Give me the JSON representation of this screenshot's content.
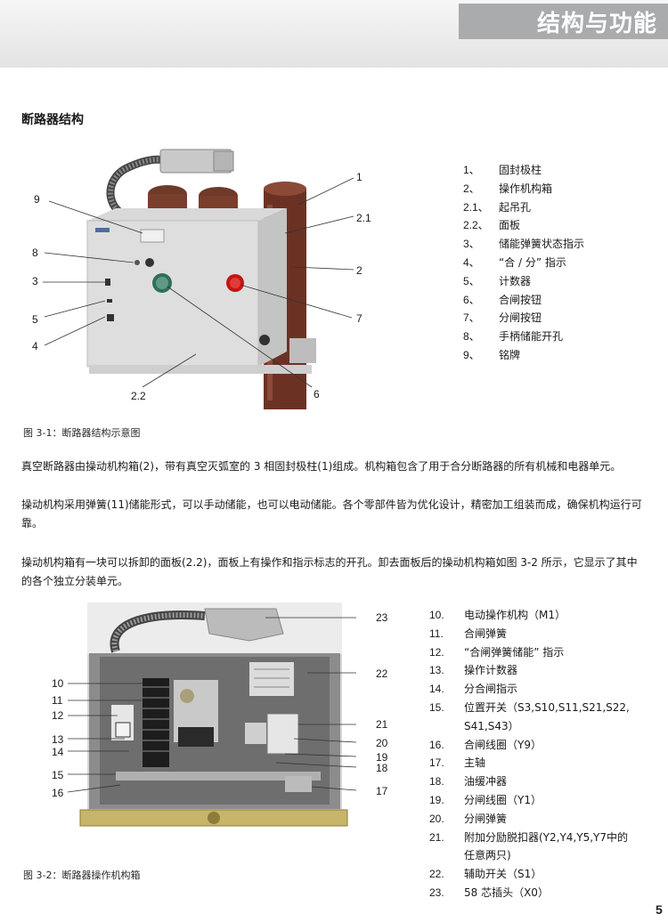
{
  "header": {
    "section_title": "结构与功能"
  },
  "section": {
    "heading": "断路器结构"
  },
  "figure1": {
    "callouts": [
      "1",
      "2.1",
      "2",
      "7",
      "6",
      "2.2",
      "9",
      "8",
      "3",
      "5",
      "4"
    ],
    "caption": "图 3-1：断路器结构示意图",
    "legend": [
      {
        "num": "1、",
        "text": "固封极柱"
      },
      {
        "num": "2、",
        "text": "操作机构箱"
      },
      {
        "num": "2.1、",
        "text": "起吊孔"
      },
      {
        "num": "2.2、",
        "text": "面板"
      },
      {
        "num": "3、",
        "text": "储能弹簧状态指示"
      },
      {
        "num": "4、",
        "text": "“合 / 分” 指示"
      },
      {
        "num": "5、",
        "text": "计数器"
      },
      {
        "num": "6、",
        "text": "合闸按钮"
      },
      {
        "num": "7、",
        "text": "分闸按钮"
      },
      {
        "num": "8、",
        "text": "手柄储能开孔"
      },
      {
        "num": "9、",
        "text": "铭牌"
      }
    ]
  },
  "paragraphs": [
    "真空断路器由操动机构箱(2)，带有真空灭弧室的 3 相固封极柱(1)组成。机构箱包含了用于合分断路器的所有机械和电器单元。",
    "操动机构采用弹簧(11)储能形式，可以手动储能，也可以电动储能。各个零部件皆为优化设计，精密加工组装而成，确保机构运行可靠。",
    "操动机构箱有一块可以拆卸的面板(2.2)，面板上有操作和指示标志的开孔。卸去面板后的操动机构箱如图 3-2 所示，它显示了其中的各个独立分装单元。"
  ],
  "figure2": {
    "callouts_left": [
      "10",
      "11",
      "12",
      "13",
      "14",
      "15",
      "16"
    ],
    "callouts_right": [
      "23",
      "22",
      "21",
      "20",
      "19",
      "18",
      "17"
    ],
    "caption": "图 3-2：断路器操作机构箱",
    "legend": [
      {
        "num": "10.",
        "text": "电动操作机构（M1）"
      },
      {
        "num": "11.",
        "text": "合闸弹簧"
      },
      {
        "num": "12.",
        "text": "“合闸弹簧储能” 指示"
      },
      {
        "num": "13.",
        "text": "操作计数器"
      },
      {
        "num": "14.",
        "text": "分合闸指示"
      },
      {
        "num": "15.",
        "text": "位置开关（S3,S10,S11,S21,S22,"
      },
      {
        "num": "",
        "text": "S41,S43）"
      },
      {
        "num": "16.",
        "text": "合闸线圈（Y9）"
      },
      {
        "num": "17.",
        "text": "主轴"
      },
      {
        "num": "18.",
        "text": "油缓冲器"
      },
      {
        "num": "19.",
        "text": "分闸线圈（Y1）"
      },
      {
        "num": "20.",
        "text": "分闸弹簧"
      },
      {
        "num": "21.",
        "text": "附加分励脱扣器(Y2,Y4,Y5,Y7中的"
      },
      {
        "num": "",
        "text": "任意两只)"
      },
      {
        "num": "22.",
        "text": "辅助开关（S1）"
      },
      {
        "num": "23.",
        "text": "58 芯插头（X0）"
      }
    ]
  },
  "footer": {
    "page_number": "5"
  }
}
